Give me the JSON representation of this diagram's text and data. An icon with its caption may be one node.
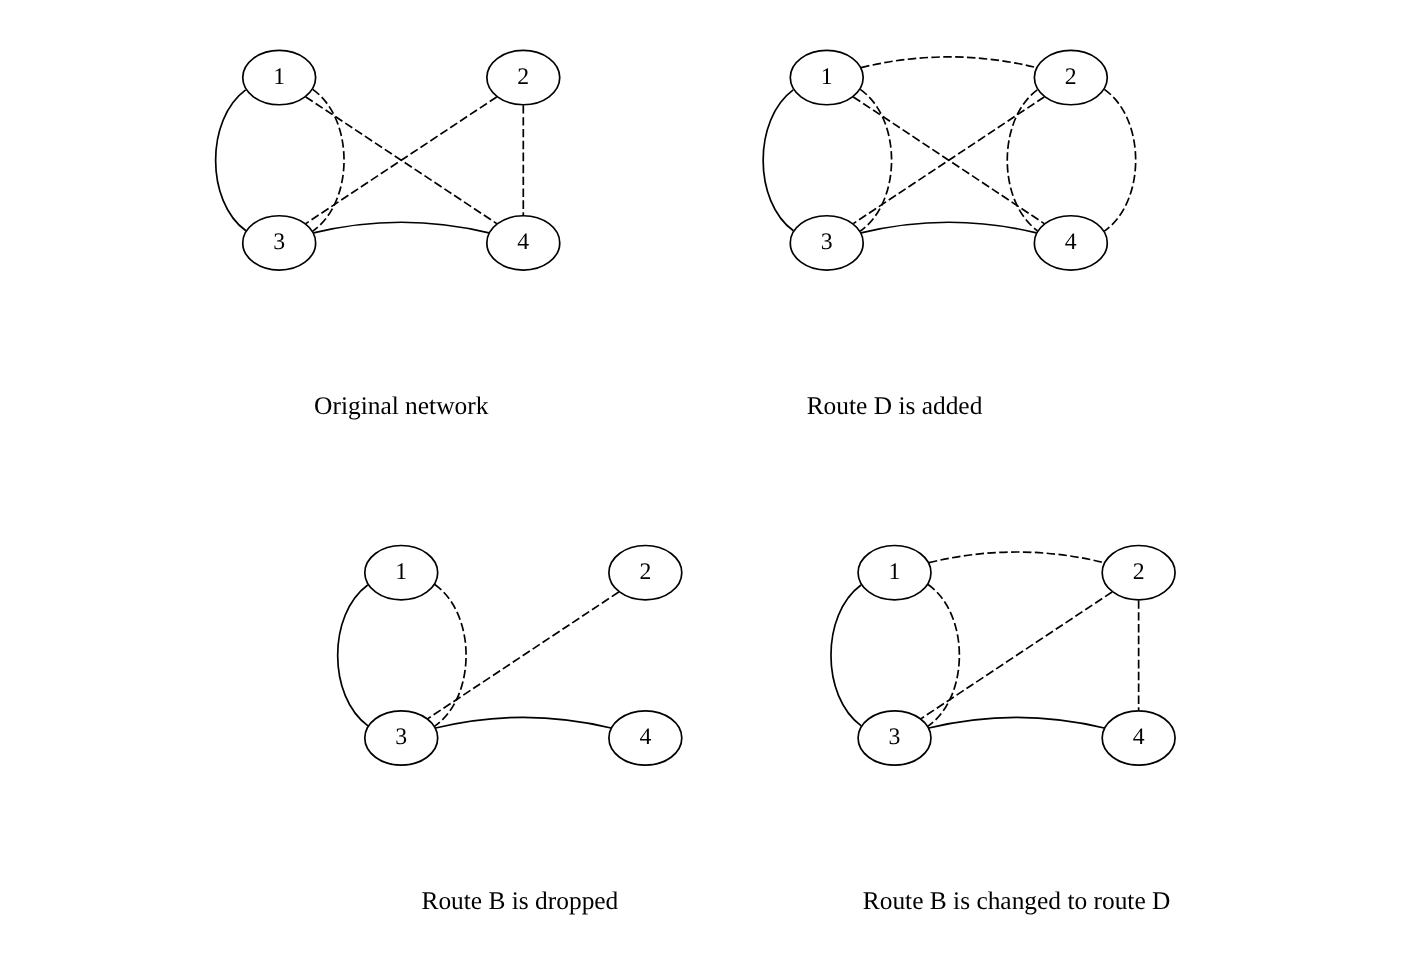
{
  "diagram": {
    "nodes": [
      {
        "text": [
          "1"
        ]
      },
      {
        "text": [
          "2"
        ]
      },
      {
        "text": [
          "3"
        ]
      },
      {
        "text": [
          "4"
        ]
      },
      {
        "text": [
          "1"
        ]
      },
      {
        "text": [
          "2"
        ]
      },
      {
        "text": [
          "3"
        ]
      },
      {
        "text": [
          "4"
        ]
      },
      {
        "text": [
          "1"
        ]
      },
      {
        "text": [
          "2"
        ]
      },
      {
        "text": [
          "3"
        ]
      },
      {
        "text": [
          "4"
        ]
      },
      {
        "text": [
          "1"
        ]
      },
      {
        "text": [
          "2"
        ]
      },
      {
        "text": [
          "3"
        ]
      },
      {
        "text": [
          "4"
        ]
      }
    ],
    "edges": [
      {
        "from": 0,
        "to": 2,
        "arrow": "none"
      },
      {
        "from": 0,
        "to": 2,
        "arrow": "none",
        "style": "dashed"
      },
      {
        "from": 0,
        "to": 3,
        "arrow": "none",
        "style": "dashed"
      },
      {
        "from": 1,
        "to": 2,
        "arrow": "none",
        "style": "dashed"
      },
      {
        "from": 1,
        "to": 3,
        "arrow": "none",
        "style": "dashed"
      },
      {
        "from": 2,
        "to": 3,
        "arrow": "none"
      },
      {
        "from": 4,
        "to": 5,
        "arrow": "none",
        "style": "dashed"
      },
      {
        "from": 4,
        "to": 6,
        "arrow": "none"
      },
      {
        "from": 4,
        "to": 6,
        "arrow": "none",
        "style": "dashed"
      },
      {
        "from": 4,
        "to": 7,
        "arrow": "none",
        "style": "dashed"
      },
      {
        "from": 5,
        "to": 6,
        "arrow": "none",
        "style": "dashed"
      },
      {
        "from": 5,
        "to": 7,
        "arrow": "none",
        "style": "dashed"
      },
      {
        "from": 5,
        "to": 7,
        "arrow": "none",
        "style": "dashed"
      },
      {
        "from": 6,
        "to": 7,
        "arrow": "none"
      },
      {
        "from": 8,
        "to": 10,
        "arrow": "none"
      },
      {
        "from": 8,
        "to": 10,
        "arrow": "none",
        "style": "dashed"
      },
      {
        "from": 9,
        "to": 10,
        "arrow": "none",
        "style": "dashed"
      },
      {
        "from": 10,
        "to": 11,
        "arrow": "none"
      },
      {
        "from": 12,
        "to": 13,
        "arrow": "none",
        "style": "dashed"
      },
      {
        "from": 12,
        "to": 14,
        "arrow": "none"
      },
      {
        "from": 12,
        "to": 14,
        "arrow": "none",
        "style": "dashed"
      },
      {
        "from": 13,
        "to": 14,
        "arrow": "none",
        "style": "dashed"
      },
      {
        "from": 13,
        "to": 15,
        "arrow": "none",
        "style": "dashed"
      },
      {
        "from": 14,
        "to": 15,
        "arrow": "none"
      }
    ],
    "labels": [
      "Original network",
      "Route D is added",
      "Route B is dropped",
      "Route B is changed to route D"
    ]
  }
}
